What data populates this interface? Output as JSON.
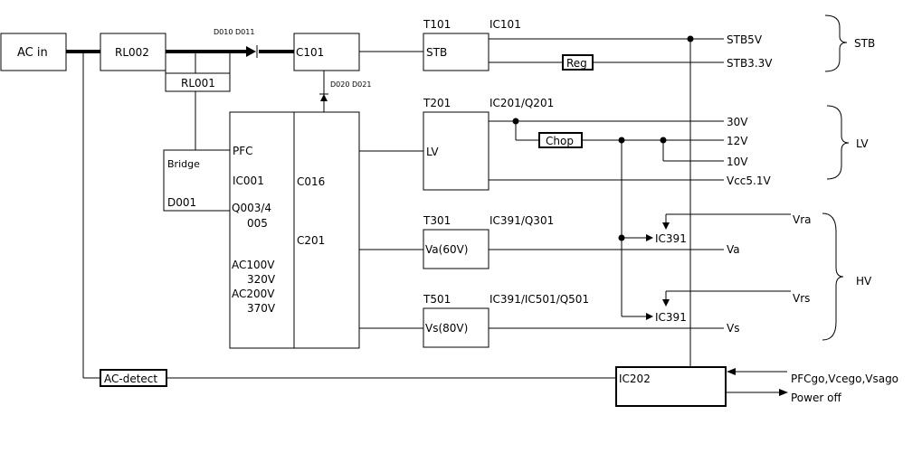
{
  "blocks": {
    "ac_in": "AC in",
    "rl002": "RL002",
    "rl001": "RL001",
    "diodes_top": "D010 D011",
    "c101": "C101",
    "diodes_mid": "D020 D021",
    "bridge": "Bridge",
    "d001": "D001",
    "pfc": "PFC",
    "ic001": "IC001",
    "q003": "Q003/4",
    "q005": "005",
    "ac100": "AC100V",
    "v320": "320V",
    "ac200": "AC200V",
    "v370": "370V",
    "c016": "C016",
    "c201": "C201",
    "ac_detect": "AC-detect",
    "ic202": "IC202"
  },
  "transformers": {
    "t101": "T101",
    "ic101": "IC101",
    "stb": "STB",
    "t201": "T201",
    "ic201": "IC201/Q201",
    "lv": "LV",
    "t301": "T301",
    "ic391a": "IC391/Q301",
    "va60": "Va(60V)",
    "t501": "T501",
    "ic391b": "IC391/IC501/Q501",
    "vs80": "Vs(80V)"
  },
  "outputs": {
    "reg": "Reg",
    "chop": "Chop",
    "stb5v": "STB5V",
    "stb33v": "STB3.3V",
    "v30": "30V",
    "v12": "12V",
    "v10": "10V",
    "vcc51": "Vcc5.1V",
    "vra": "Vra",
    "ic391_1": "IC391",
    "va": "Va",
    "vrs": "Vrs",
    "ic391_2": "IC391",
    "vs": "Vs",
    "pfcgo": "PFCgo,Vcego,Vsago",
    "power_off": "Power off"
  },
  "groups": {
    "stb": "STB",
    "lv": "LV",
    "hv": "HV"
  }
}
